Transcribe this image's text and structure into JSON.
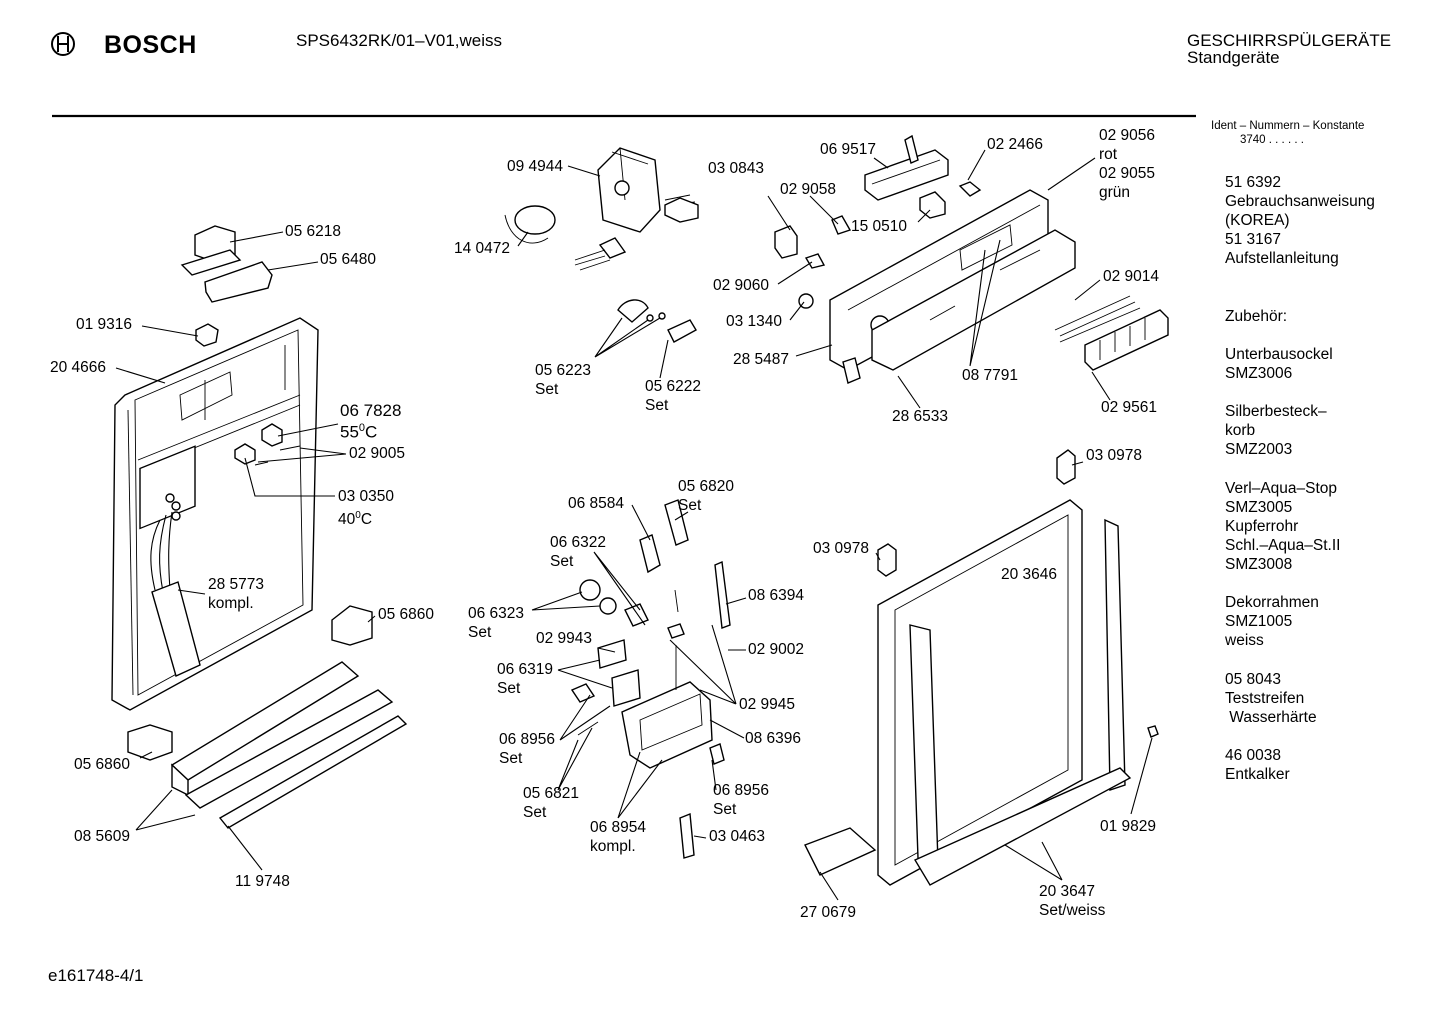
{
  "header": {
    "brand": "BOSCH",
    "model": "SPS6432RK/01–V01,weiss",
    "category_line1": "GESCHIRRSPÜLGERÄTE",
    "category_line2": "Standgeräte",
    "footer_code": "e161748-4/1"
  },
  "sidebar": {
    "ident_title": "Ident – Nummern – Konstante",
    "ident_value": "3740 . . . . . .",
    "blocks": [
      "51 6392\nGebrauchsanweisung\n(KOREA)\n51 3167\nAufstellanleitung",
      "Zubehör:",
      "Unterbausockel\nSMZ3006",
      "Silberbesteck–\nkorb\nSMZ2003",
      "Verl–Aqua–Stop\nSMZ3005\nKupferrohr\nSchl.–Aqua–St.II\nSMZ3008",
      "Dekorrahmen\nSMZ1005\nweiss",
      "05 8043\nTeststreifen\n Wasserhärte",
      "46 0038\nEntkalker"
    ]
  },
  "labels": {
    "p056218": "05 6218",
    "p056480": "05 6480",
    "p019316": "01 9316",
    "p204666": "20 4666",
    "p067828": "06 7828",
    "t55": "55",
    "p029005": "02 9005",
    "p030350": "03 0350",
    "t40": "40",
    "deg": "0",
    "degC": "C",
    "p285773": "28 5773",
    "kompl": "kompl.",
    "p056860a": "05 6860",
    "p056860b": "05 6860",
    "p085609": "08 5609",
    "p119748": "11 9748",
    "p094944": "09 4944",
    "p140472": "14 0472",
    "p030843": "03 0843",
    "p029058": "02 9058",
    "p069517": "06 9517",
    "p022466": "02 2466",
    "p029056": "02 9056",
    "rot": "rot",
    "p029055": "02 9055",
    "gruen": "grün",
    "p150510": "15 0510",
    "p029060": "02 9060",
    "p031340": "03 1340",
    "p029014": "02 9014",
    "p056223": "05 6223",
    "set": "Set",
    "p056222": "05 6222",
    "p285487": "28 5487",
    "p087791": "08 7791",
    "p286533": "28 6533",
    "p029561": "02 9561",
    "p030978a": "03 0978",
    "p030978b": "03 0978",
    "p068584": "06 8584",
    "p056820": "05 6820",
    "p066322": "06 6322",
    "p066323": "06 6323",
    "p086394": "08 6394",
    "p029943": "02 9943",
    "p029002": "02 9002",
    "p066319": "06 6319",
    "p029945": "02 9945",
    "p068956a": "06 8956",
    "p086396": "08 6396",
    "p068956b": "06 8956",
    "p056821": "05 6821",
    "p068954": "06 8954",
    "p030463": "03 0463",
    "p203646": "20 3646",
    "p019829": "01 9829",
    "p203647": "20 3647",
    "setweiss": "Set/weiss",
    "p270679": "27 0679"
  }
}
